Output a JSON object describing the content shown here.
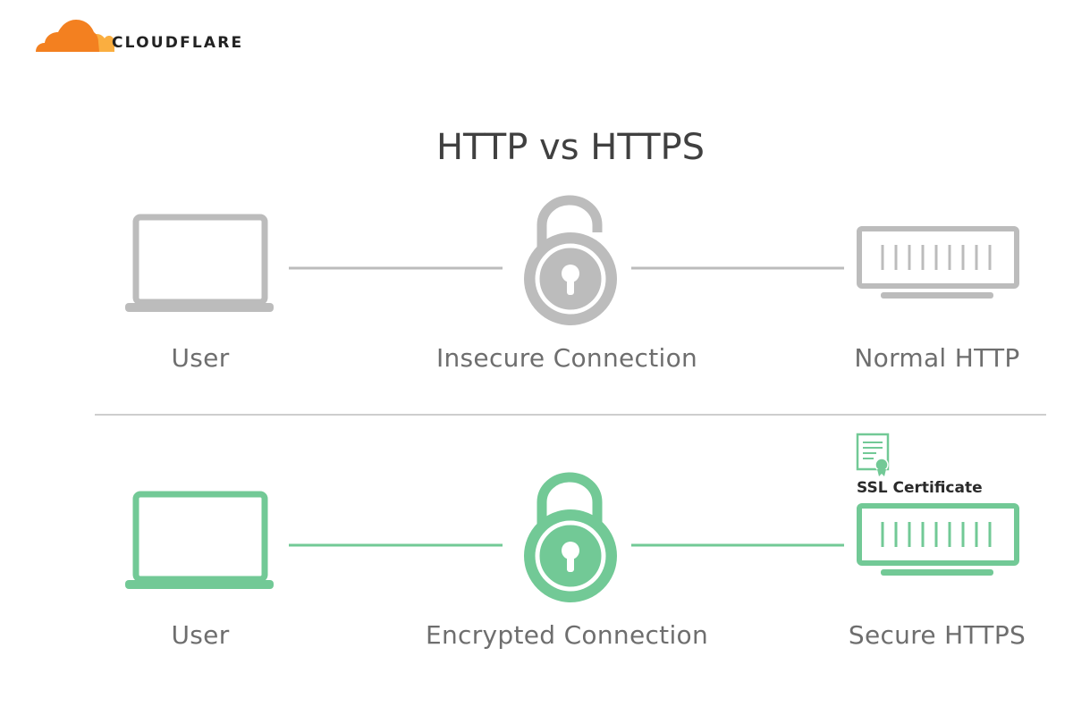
{
  "brand": {
    "name": "CLOUDFLARE",
    "logo_colors": [
      "#f38020",
      "#faae40"
    ]
  },
  "title": "HTTP vs HTTPS",
  "colors": {
    "insecure": "#bcbcbc",
    "secure": "#72c996",
    "divider": "#bdbdbd"
  },
  "insecure_row": {
    "client_label": "User",
    "connection_label": "Insecure Connection",
    "server_label": "Normal HTTP",
    "client_icon": "laptop-icon",
    "lock_icon": "open-padlock-icon",
    "server_icon": "server-icon"
  },
  "secure_row": {
    "client_label": "User",
    "connection_label": "Encrypted Connection",
    "server_label": "Secure HTTPS",
    "client_icon": "laptop-icon",
    "lock_icon": "closed-padlock-icon",
    "server_icon": "server-icon",
    "certificate_icon": "certificate-icon",
    "certificate_label": "SSL Certificate"
  }
}
